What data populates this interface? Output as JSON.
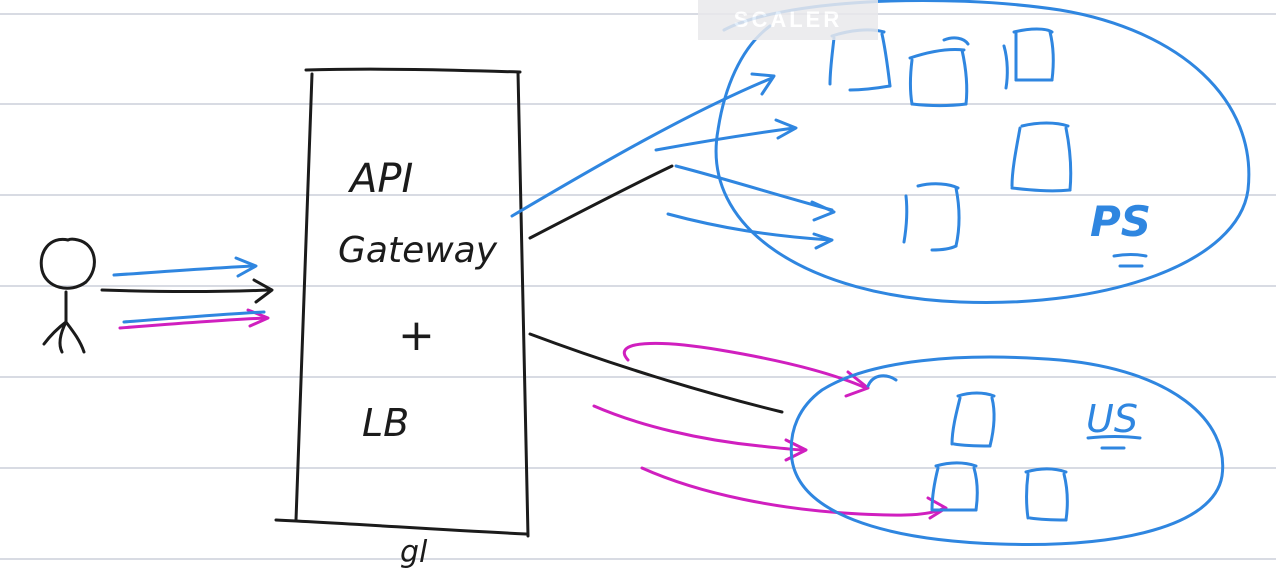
{
  "colors": {
    "ruled_line": "#d8dbe3",
    "ink_black": "#1b1b1b",
    "ink_blue": "#2f86e0",
    "ink_magenta": "#d01fbf"
  },
  "watermark": {
    "text": "SCALER"
  },
  "gateway": {
    "line1": "API",
    "line2": "Gateway",
    "plus": "+",
    "line3": "LB",
    "bottom_mark": "gl"
  },
  "clusters": {
    "top_label": "PS",
    "bottom_label": "US"
  },
  "icons": {
    "user": "stick-figure-icon",
    "server": "server-box-icon"
  }
}
